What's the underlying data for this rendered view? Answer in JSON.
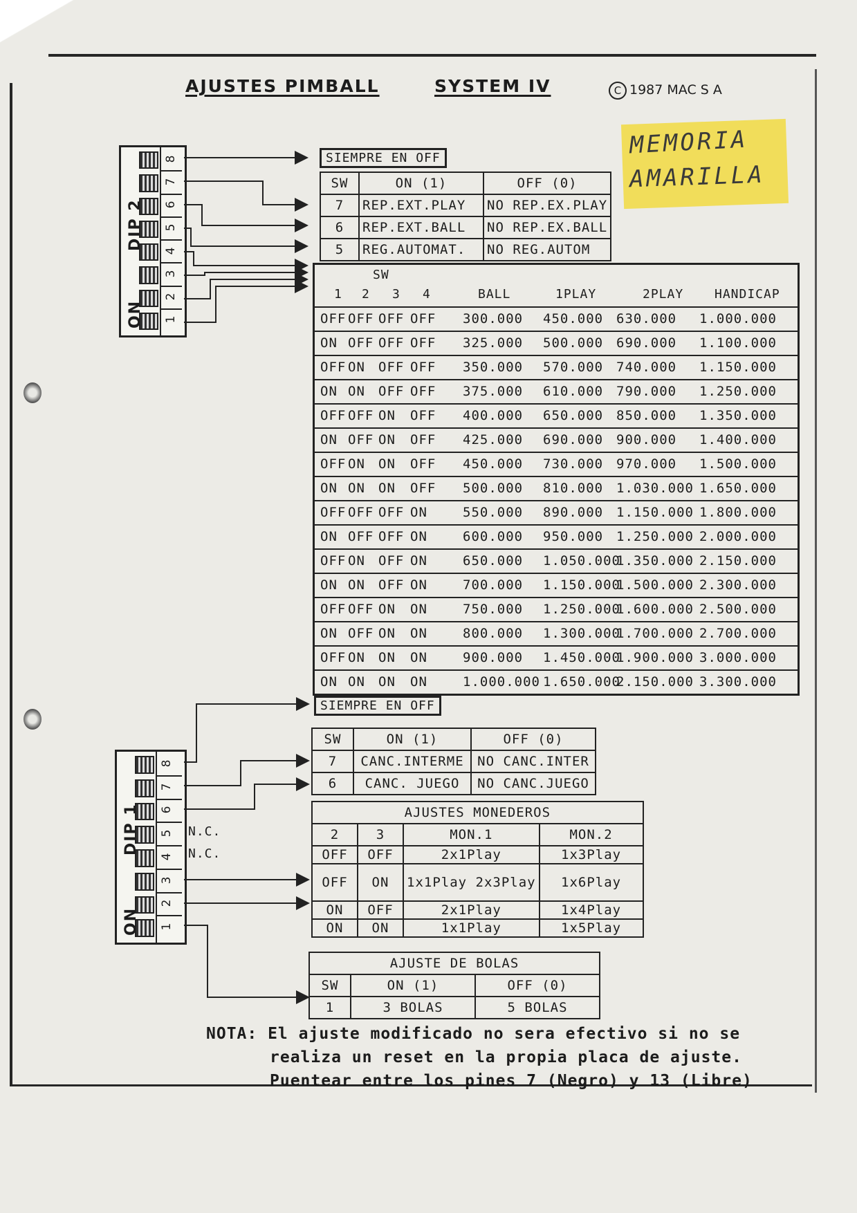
{
  "title": {
    "part1": "AJUSTES PIMBALL",
    "part2": "SYSTEM IV",
    "copyright_symbol": "C",
    "copyright": "1987 MAC S A"
  },
  "handwritten": {
    "line1": "MEMORIA",
    "line2": "AMARILLA"
  },
  "dip2": {
    "label": "DIP 2",
    "on_label": "ON",
    "switch_numbers": [
      "1",
      "2",
      "3",
      "4",
      "5",
      "6",
      "7",
      "8"
    ],
    "always_off": "SIEMPRE EN OFF",
    "options": {
      "header": [
        "SW",
        "ON (1)",
        "OFF (0)"
      ],
      "rows": [
        [
          "7",
          "REP.EXT.PLAY",
          "NO REP.EX.PLAY"
        ],
        [
          "6",
          "REP.EXT.BALL",
          "NO REP.EX.BALL"
        ],
        [
          "5",
          "REG.AUTOMAT.",
          "NO REG.AUTOM"
        ]
      ]
    },
    "score_table": {
      "sw_label": "SW",
      "header": [
        "1",
        "2",
        "3",
        "4",
        "BALL",
        "1PLAY",
        "2PLAY",
        "HANDICAP"
      ],
      "rows": [
        [
          "OFF",
          "OFF",
          "OFF",
          "OFF",
          "300.000",
          "450.000",
          "630.000",
          "1.000.000"
        ],
        [
          "ON",
          "OFF",
          "OFF",
          "OFF",
          "325.000",
          "500.000",
          "690.000",
          "1.100.000"
        ],
        [
          "OFF",
          "ON",
          "OFF",
          "OFF",
          "350.000",
          "570.000",
          "740.000",
          "1.150.000"
        ],
        [
          "ON",
          "ON",
          "OFF",
          "OFF",
          "375.000",
          "610.000",
          "790.000",
          "1.250.000"
        ],
        [
          "OFF",
          "OFF",
          "ON",
          "OFF",
          "400.000",
          "650.000",
          "850.000",
          "1.350.000"
        ],
        [
          "ON",
          "OFF",
          "ON",
          "OFF",
          "425.000",
          "690.000",
          "900.000",
          "1.400.000"
        ],
        [
          "OFF",
          "ON",
          "ON",
          "OFF",
          "450.000",
          "730.000",
          "970.000",
          "1.500.000"
        ],
        [
          "ON",
          "ON",
          "ON",
          "OFF",
          "500.000",
          "810.000",
          "1.030.000",
          "1.650.000"
        ],
        [
          "OFF",
          "OFF",
          "OFF",
          "ON",
          "550.000",
          "890.000",
          "1.150.000",
          "1.800.000"
        ],
        [
          "ON",
          "OFF",
          "OFF",
          "ON",
          "600.000",
          "950.000",
          "1.250.000",
          "2.000.000"
        ],
        [
          "OFF",
          "ON",
          "OFF",
          "ON",
          "650.000",
          "1.050.000",
          "1.350.000",
          "2.150.000"
        ],
        [
          "ON",
          "ON",
          "OFF",
          "ON",
          "700.000",
          "1.150.000",
          "1.500.000",
          "2.300.000"
        ],
        [
          "OFF",
          "OFF",
          "ON",
          "ON",
          "750.000",
          "1.250.000",
          "1.600.000",
          "2.500.000"
        ],
        [
          "ON",
          "OFF",
          "ON",
          "ON",
          "800.000",
          "1.300.000",
          "1.700.000",
          "2.700.000"
        ],
        [
          "OFF",
          "ON",
          "ON",
          "ON",
          "900.000",
          "1.450.000",
          "1.900.000",
          "3.000.000"
        ],
        [
          "ON",
          "ON",
          "ON",
          "ON",
          "1.000.000",
          "1.650.000",
          "2.150.000",
          "3.300.000"
        ]
      ]
    }
  },
  "dip1": {
    "label": "DIP 1",
    "on_label": "ON",
    "switch_numbers": [
      "1",
      "2",
      "3",
      "4",
      "5",
      "6",
      "7",
      "8"
    ],
    "nc": [
      "N.C.",
      "N.C."
    ],
    "always_off": "SIEMPRE EN OFF",
    "options": {
      "header": [
        "SW",
        "ON (1)",
        "OFF (0)"
      ],
      "rows": [
        [
          "7",
          "CANC.INTERME",
          "NO CANC.INTER"
        ],
        [
          "6",
          "CANC. JUEGO",
          "NO CANC.JUEGO"
        ]
      ]
    },
    "coins": {
      "title": "AJUSTES MONEDEROS",
      "header": [
        "2",
        "3",
        "MON.1",
        "MON.2"
      ],
      "rows": [
        [
          "OFF",
          "OFF",
          "2x1Play",
          "1x3Play"
        ],
        [
          "OFF",
          "ON",
          "1x1Play 2x3Play",
          "1x6Play"
        ],
        [
          "ON",
          "OFF",
          "2x1Play",
          "1x4Play"
        ],
        [
          "ON",
          "ON",
          "1x1Play",
          "1x5Play"
        ]
      ]
    },
    "balls": {
      "title": "AJUSTE DE BOLAS",
      "header": [
        "SW",
        "ON (1)",
        "OFF (0)"
      ],
      "rows": [
        [
          "1",
          "3 BOLAS",
          "5 BOLAS"
        ]
      ]
    }
  },
  "note": {
    "line1": "NOTA: El ajuste modificado no sera efectivo si no se",
    "line2": "realiza un reset en la propia placa de ajuste.",
    "line3": "Puentear entre los pines 7 (Negro) y 13 (Libre)"
  }
}
